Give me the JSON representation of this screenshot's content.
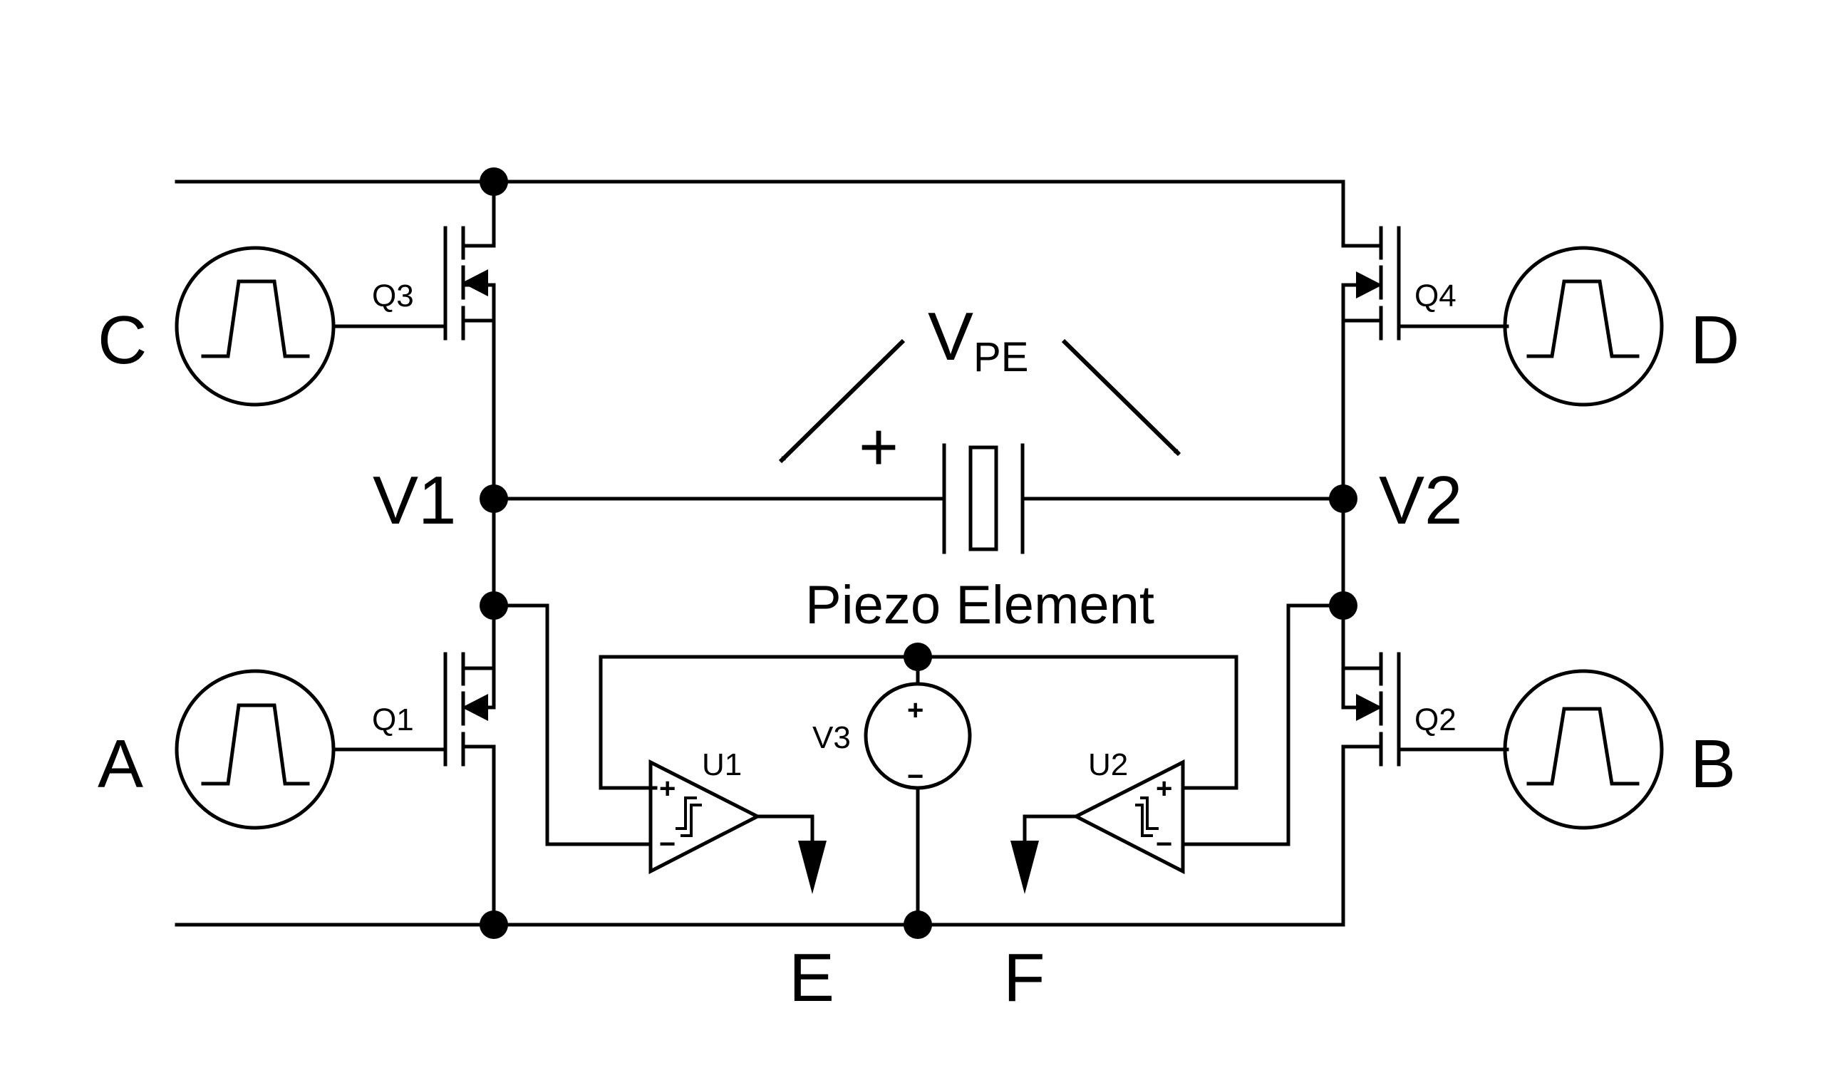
{
  "labels": {
    "source_c": "C",
    "source_d": "D",
    "source_a": "A",
    "source_b": "B",
    "q3": "Q3",
    "q4": "Q4",
    "q1": "Q1",
    "q2": "Q2",
    "v1": "V1",
    "v2": "V2",
    "v3": "V3",
    "vpe_main": "V",
    "vpe_sub": "PE",
    "plus_sign": "+",
    "piezo": "Piezo Element",
    "u1": "U1",
    "u2": "U2",
    "out_e": "E",
    "out_f": "F",
    "v3_plus": "+",
    "v3_minus": "−",
    "opamp_plus": "+",
    "opamp_minus": "−"
  },
  "colors": {
    "ink": "#000000",
    "background": "#ffffff"
  }
}
